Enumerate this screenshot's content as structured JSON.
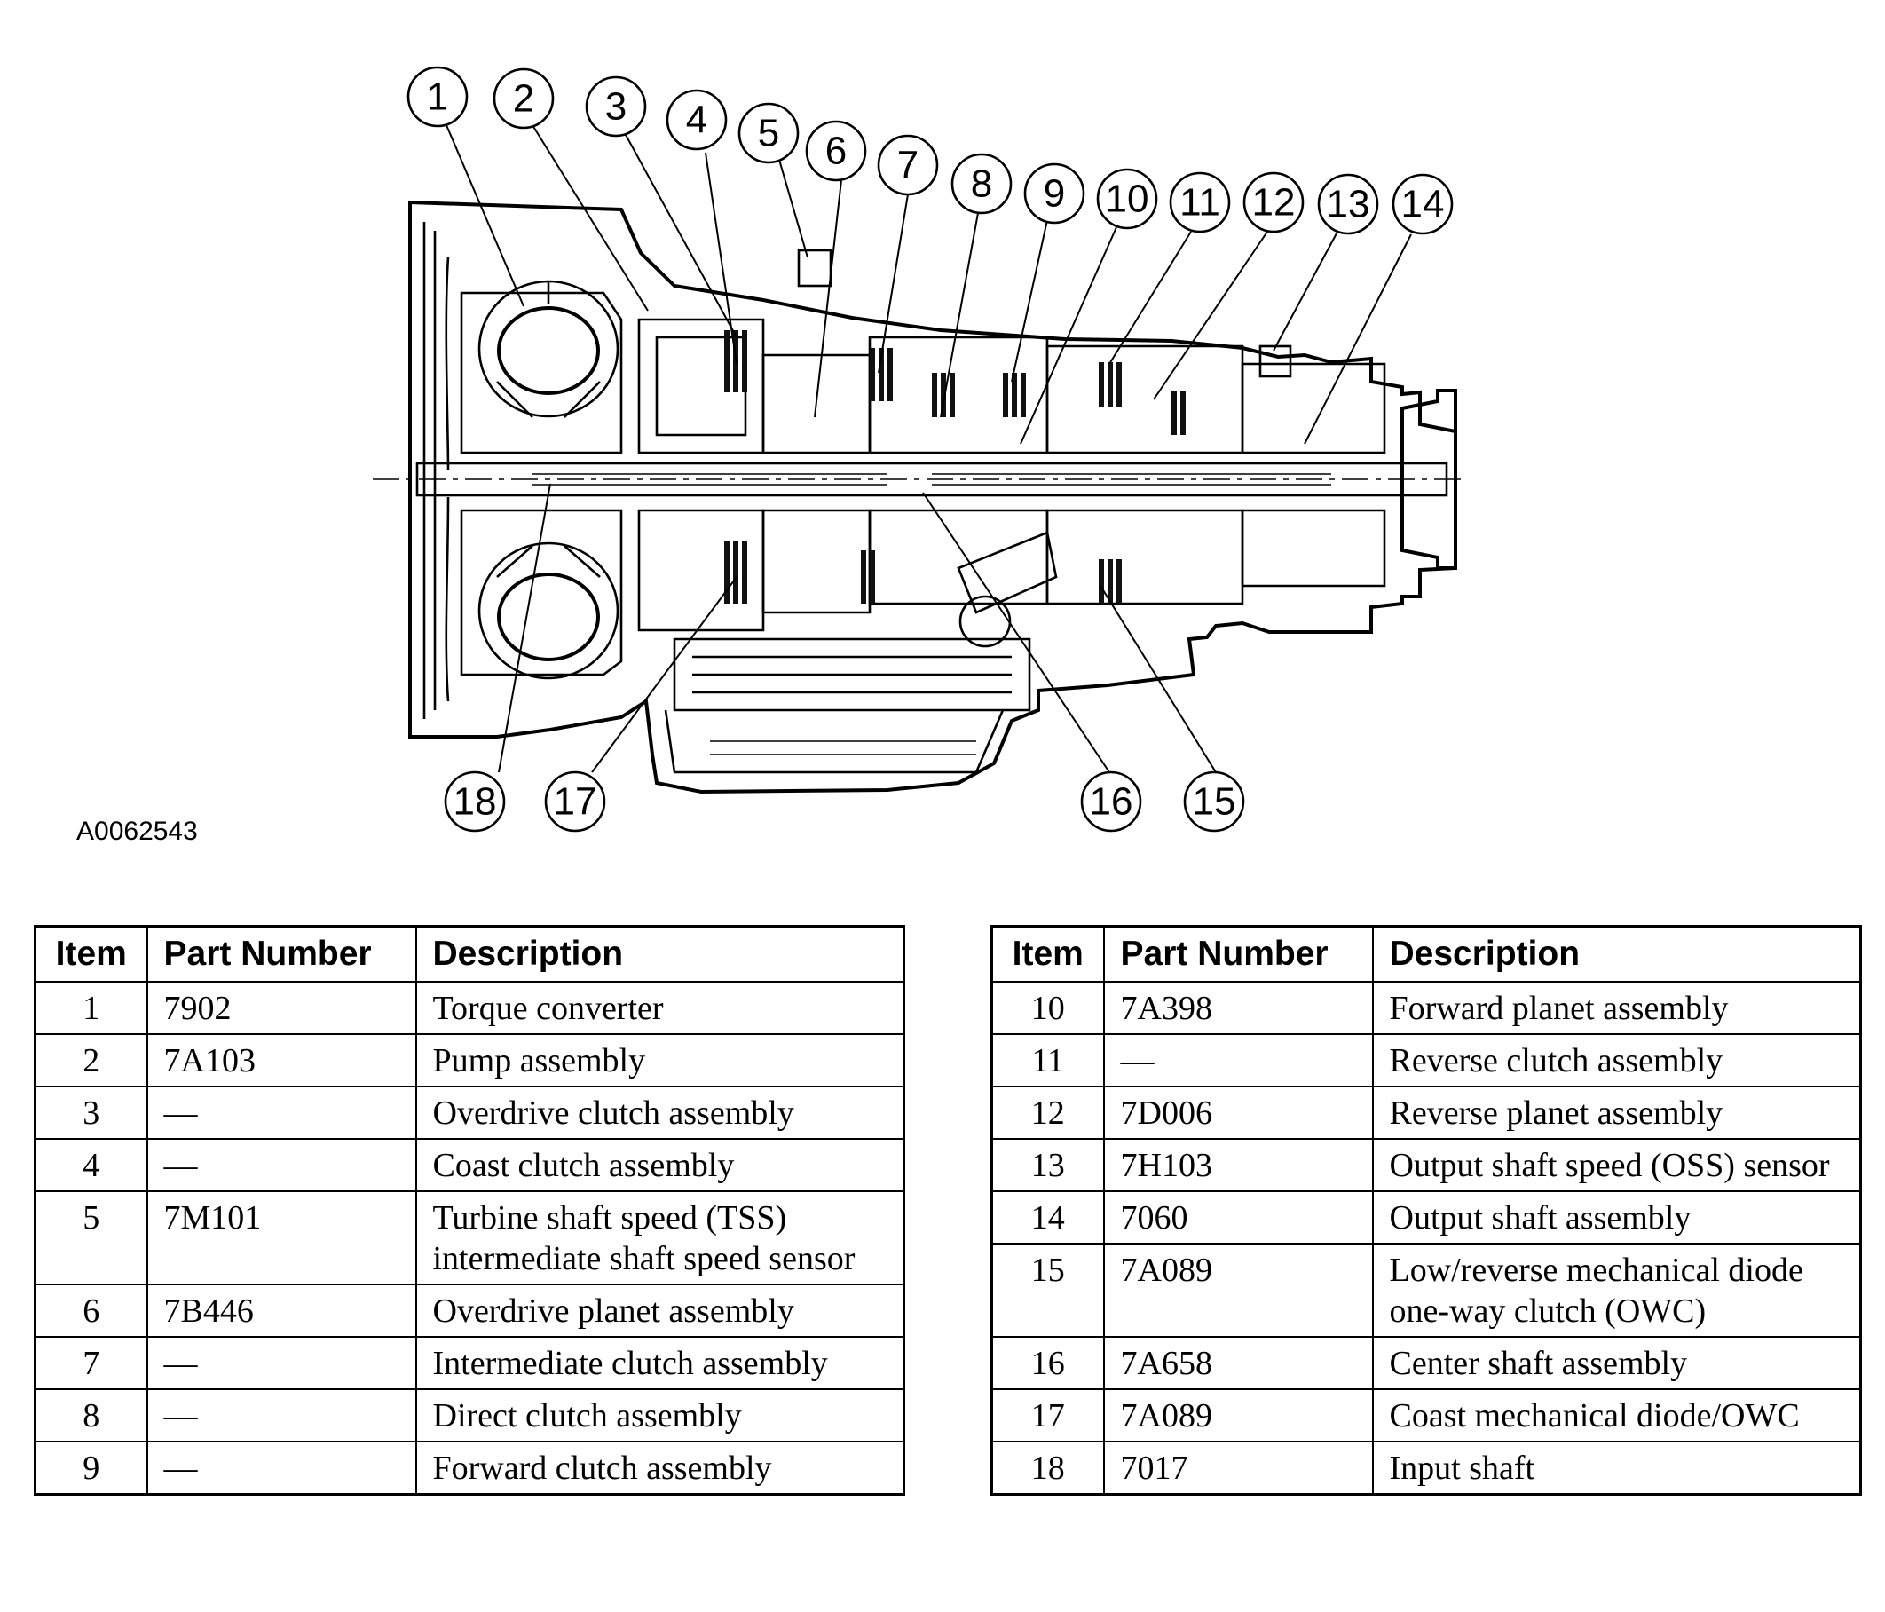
{
  "figure": {
    "id_label": "A0062543",
    "callouts": [
      "1",
      "2",
      "3",
      "4",
      "5",
      "6",
      "7",
      "8",
      "9",
      "10",
      "11",
      "12",
      "13",
      "14",
      "15",
      "16",
      "17",
      "18"
    ]
  },
  "table_left": {
    "headers": {
      "item": "Item",
      "part": "Part Number",
      "desc": "Description"
    },
    "rows": [
      {
        "item": "1",
        "part": "7902",
        "desc": "Torque converter"
      },
      {
        "item": "2",
        "part": "7A103",
        "desc": "Pump assembly"
      },
      {
        "item": "3",
        "part": "—",
        "desc": "Overdrive clutch assembly"
      },
      {
        "item": "4",
        "part": "—",
        "desc": "Coast clutch assembly"
      },
      {
        "item": "5",
        "part": "7M101",
        "desc": "Turbine shaft speed (TSS) intermediate shaft speed sensor"
      },
      {
        "item": "6",
        "part": "7B446",
        "desc": "Overdrive planet assembly"
      },
      {
        "item": "7",
        "part": "—",
        "desc": "Intermediate clutch assembly"
      },
      {
        "item": "8",
        "part": "—",
        "desc": "Direct clutch assembly"
      },
      {
        "item": "9",
        "part": "—",
        "desc": "Forward clutch assembly"
      }
    ]
  },
  "table_right": {
    "headers": {
      "item": "Item",
      "part": "Part Number",
      "desc": "Description"
    },
    "rows": [
      {
        "item": "10",
        "part": "7A398",
        "desc": "Forward planet assembly"
      },
      {
        "item": "11",
        "part": "—",
        "desc": "Reverse clutch assembly"
      },
      {
        "item": "12",
        "part": "7D006",
        "desc": "Reverse planet assembly"
      },
      {
        "item": "13",
        "part": "7H103",
        "desc": "Output shaft speed (OSS) sensor"
      },
      {
        "item": "14",
        "part": "7060",
        "desc": "Output shaft assembly"
      },
      {
        "item": "15",
        "part": "7A089",
        "desc": "Low/reverse mechanical diode one-way clutch (OWC)"
      },
      {
        "item": "16",
        "part": "7A658",
        "desc": "Center shaft assembly"
      },
      {
        "item": "17",
        "part": "7A089",
        "desc": "Coast mechanical diode/OWC"
      },
      {
        "item": "18",
        "part": "7017",
        "desc": "Input shaft"
      }
    ]
  }
}
